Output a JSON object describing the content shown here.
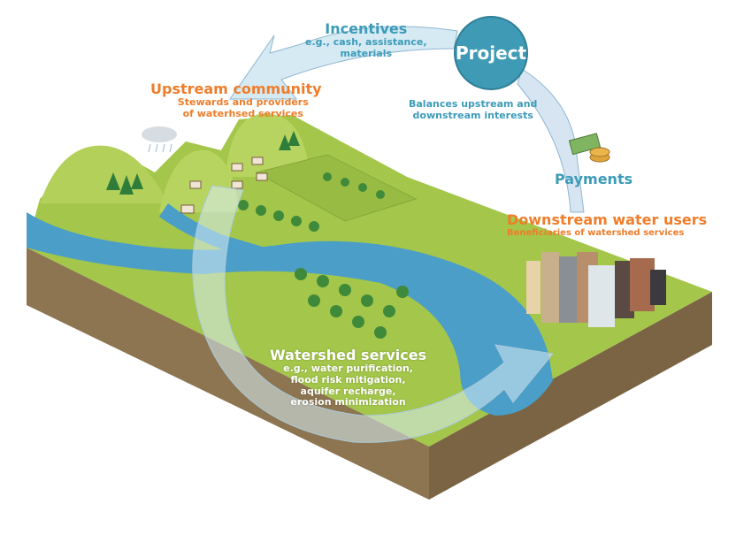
{
  "project": {
    "title": "Project",
    "subtitle_lines": [
      "Balances upstream and",
      "downstream interests"
    ]
  },
  "incentives": {
    "title": "Incentives",
    "lines": [
      "e.g., cash, assistance,",
      "materials"
    ]
  },
  "upstream": {
    "title": "Upstream community",
    "lines": [
      "Stewards and providers",
      "of waterhsed services"
    ]
  },
  "payments": {
    "title": "Payments"
  },
  "downstream": {
    "title": "Downstream water users",
    "lines": [
      "Beneficiaries of watershed services"
    ]
  },
  "services": {
    "title": "Watershed services",
    "lines": [
      "e.g., water purification,",
      "flood risk mitigation,",
      "aquifer recharge,",
      "erosion minimization"
    ]
  },
  "colors": {
    "orange": "#ef7d2a",
    "teal": "#3c9bb8",
    "grass": "#a4c64a",
    "soil": "#8c7550",
    "river": "#4a9ec8"
  }
}
